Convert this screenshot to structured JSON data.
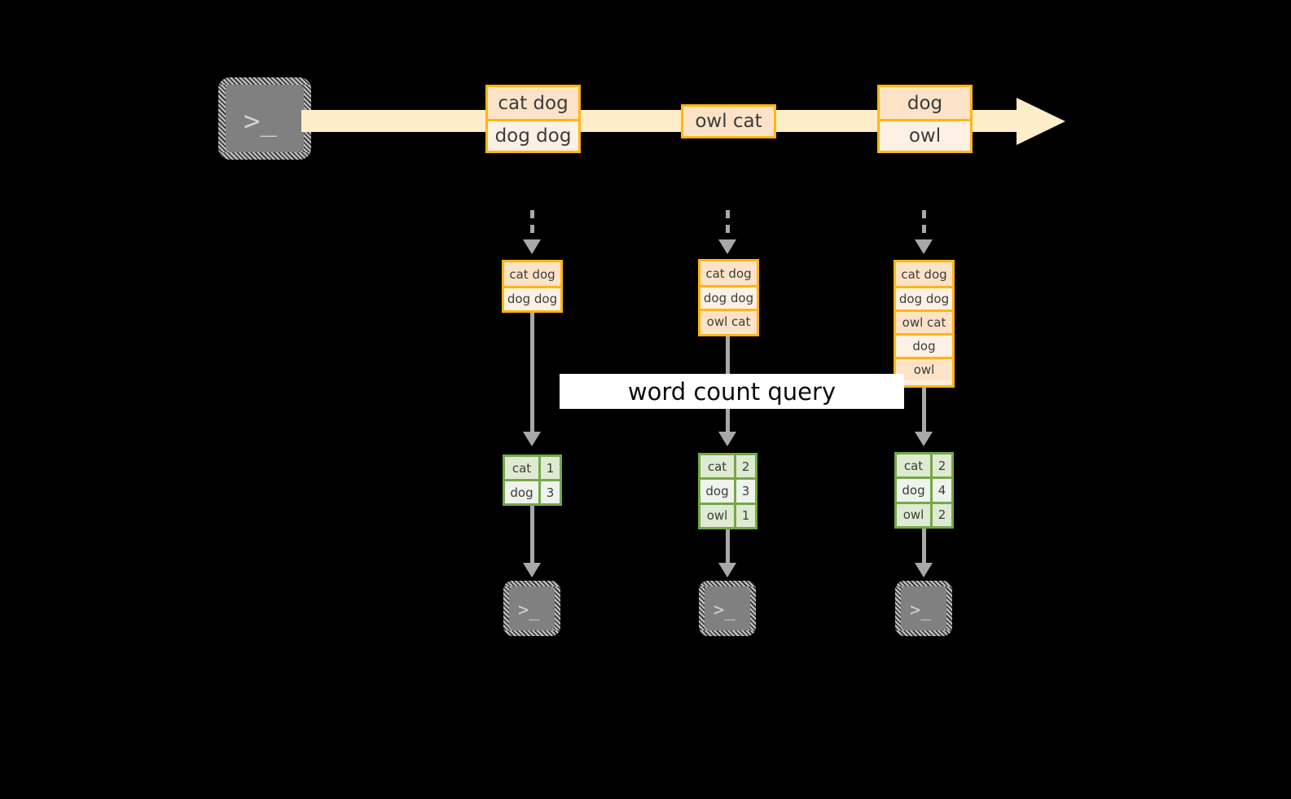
{
  "diagram": {
    "title_banner": "word count query",
    "colors": {
      "stream_fill": "#fdedc9",
      "message_border": "#ffb612",
      "message_fill_dark": "#fce3c8",
      "message_fill_light": "#fdf1e6",
      "table_border": "#74a84a",
      "table_fill_dark": "#dfead3",
      "table_fill_light": "#eef4ec",
      "connector": "#a8a8a8",
      "terminal_fill": "#808080",
      "background": "#000000"
    }
  },
  "producer": {
    "icon": "terminal-icon",
    "prompt": ">_"
  },
  "stream": {
    "icon": "stream-arrow-icon",
    "messages": [
      {
        "group": 1,
        "cells": [
          {
            "text": "cat dog",
            "shade": "dark"
          },
          {
            "text": "dog dog",
            "shade": "light"
          }
        ]
      },
      {
        "group": 2,
        "cells": [
          {
            "text": "owl cat",
            "shade": "dark"
          }
        ]
      },
      {
        "group": 3,
        "cells": [
          {
            "text": "dog",
            "shade": "dark"
          },
          {
            "text": "owl",
            "shade": "light"
          }
        ]
      }
    ]
  },
  "snapshots": [
    {
      "id": 1,
      "rows": [
        {
          "text": "cat dog",
          "shade": "dark"
        },
        {
          "text": "dog dog",
          "shade": "light"
        }
      ]
    },
    {
      "id": 2,
      "rows": [
        {
          "text": "cat dog",
          "shade": "dark"
        },
        {
          "text": "dog dog",
          "shade": "light"
        },
        {
          "text": "owl cat",
          "shade": "dark"
        }
      ]
    },
    {
      "id": 3,
      "rows": [
        {
          "text": "cat dog",
          "shade": "dark"
        },
        {
          "text": "dog dog",
          "shade": "light"
        },
        {
          "text": "owl cat",
          "shade": "dark"
        },
        {
          "text": "dog",
          "shade": "light"
        },
        {
          "text": "owl",
          "shade": "dark"
        }
      ]
    }
  ],
  "results": [
    {
      "id": 1,
      "rows": [
        {
          "key": "cat",
          "count": "1",
          "shade": "dark"
        },
        {
          "key": "dog",
          "count": "3",
          "shade": "light"
        }
      ]
    },
    {
      "id": 2,
      "rows": [
        {
          "key": "cat",
          "count": "2",
          "shade": "dark"
        },
        {
          "key": "dog",
          "count": "3",
          "shade": "light"
        },
        {
          "key": "owl",
          "count": "1",
          "shade": "dark"
        }
      ]
    },
    {
      "id": 3,
      "rows": [
        {
          "key": "cat",
          "count": "2",
          "shade": "dark"
        },
        {
          "key": "dog",
          "count": "4",
          "shade": "light"
        },
        {
          "key": "owl",
          "count": "2",
          "shade": "dark"
        }
      ]
    }
  ],
  "consumers": [
    {
      "id": 1,
      "icon": "terminal-icon",
      "prompt": ">_"
    },
    {
      "id": 2,
      "icon": "terminal-icon",
      "prompt": ">_"
    },
    {
      "id": 3,
      "icon": "terminal-icon",
      "prompt": ">_"
    }
  ]
}
